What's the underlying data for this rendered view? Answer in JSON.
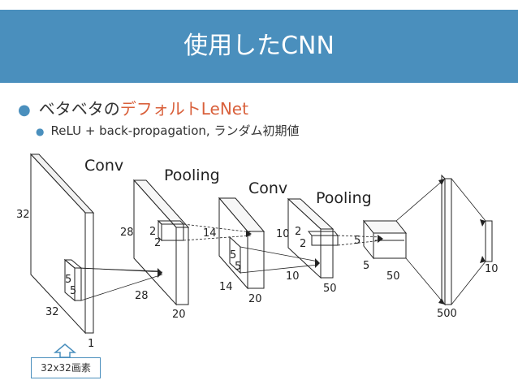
{
  "header": {
    "title": "使用したCNN"
  },
  "bullets": {
    "line1_prefix": "ベタベタの",
    "line1_accent": "デフォルトLeNet",
    "line2": "ReLU + back-propagation, ランダム初期値"
  },
  "diagram": {
    "stage_labels": {
      "conv1": "Conv",
      "pool1": "Pooling",
      "conv2": "Conv",
      "pool2": "Pooling"
    },
    "input": {
      "height": "32",
      "width": "32",
      "depth": "1",
      "kernel_a": "5",
      "kernel_b": "5"
    },
    "conv1": {
      "height": "28",
      "width": "28",
      "depth": "20",
      "pool_a": "2",
      "pool_b": "2"
    },
    "pool1": {
      "size": "14",
      "height": "14",
      "depth": "20",
      "kernel_a": "5",
      "kernel_b": "5"
    },
    "conv2": {
      "height": "10",
      "width": "10",
      "depth": "50",
      "pool_a": "2",
      "pool_b": "2"
    },
    "pool2": {
      "height": "5",
      "width": "5",
      "depth": "50"
    },
    "fc1": {
      "units": "500"
    },
    "fc2": {
      "units": "10"
    }
  },
  "note": {
    "label": "32x32画素"
  },
  "colors": {
    "header_bg": "#4a8fbd",
    "accent": "#d9603b",
    "arrow": "#4a8fbd"
  }
}
